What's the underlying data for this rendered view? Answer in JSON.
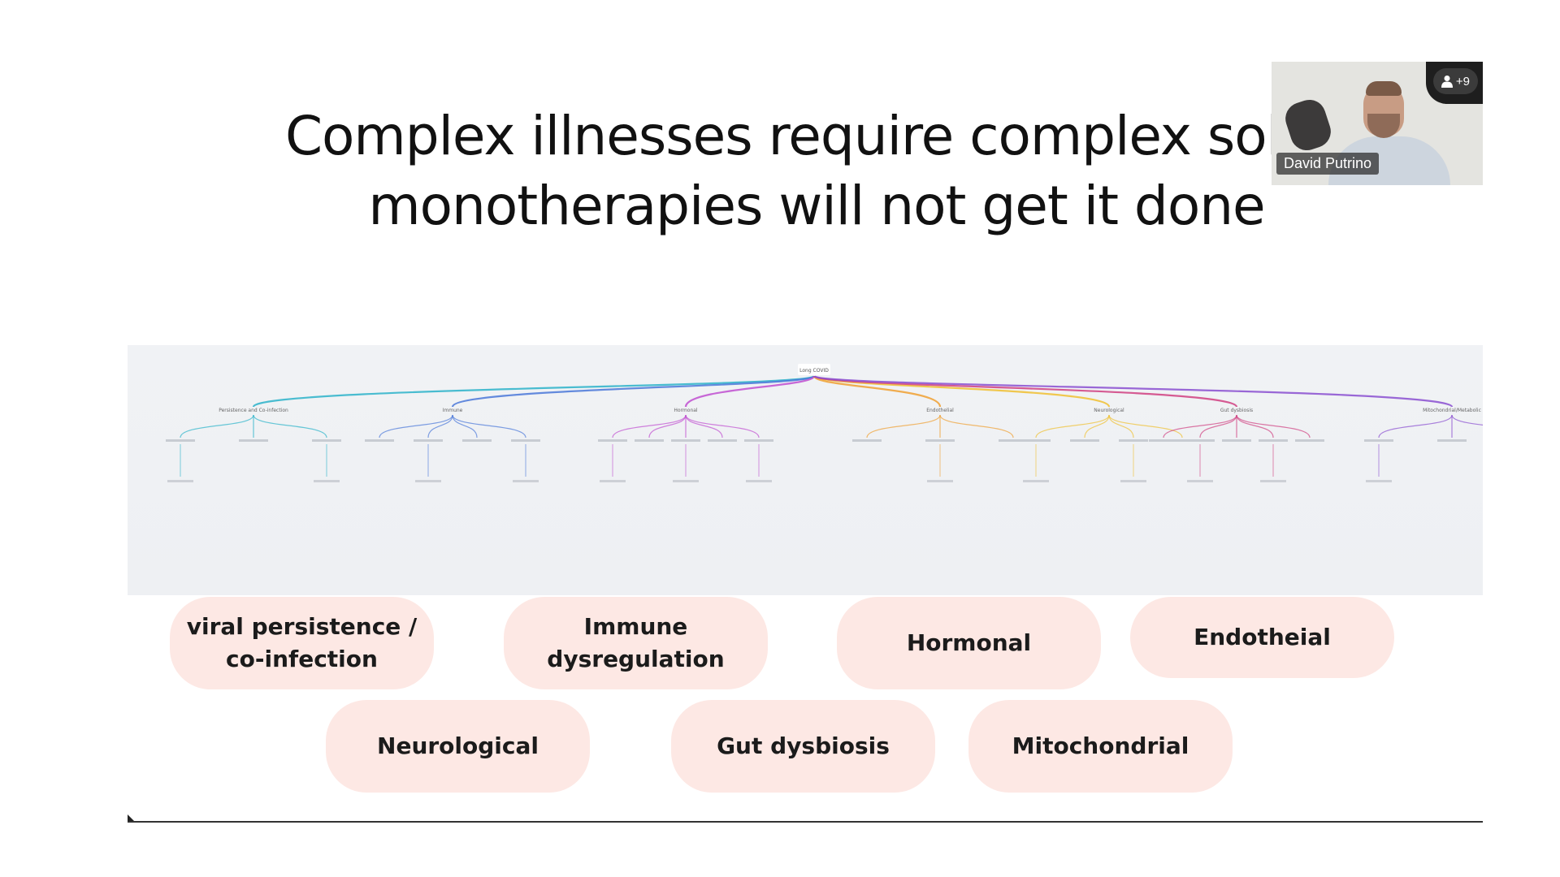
{
  "slide": {
    "title_line1": "Complex illnesses require complex soluti",
    "title_line2": "monotherapies will not get it done",
    "tree_root": "Long COVID",
    "tree_branches": [
      "Persistence and Co-infection",
      "Immune",
      "Hormonal",
      "Endothelial",
      "Neurological",
      "Gut dysbiosis",
      "Mitochondrial/Metabolic"
    ],
    "categories": {
      "viral_line1": "viral persistence /",
      "viral_line2": "co-infection",
      "immune_line1": "Immune",
      "immune_line2": "dysregulation",
      "hormonal": "Hormonal",
      "endothelial": "Endotheial",
      "neurological": "Neurological",
      "gut": "Gut dysbiosis",
      "mitochondrial": "Mitochondrial"
    }
  },
  "video": {
    "participant_name": "David Putrino",
    "participant_count": "+9",
    "icon": "person-icon"
  },
  "colors": {
    "pill_bg": "#fde8e4",
    "branch_colors": [
      "#2bb3c9",
      "#4a78d8",
      "#c04fd0",
      "#f0a030",
      "#f0c030",
      "#d04080",
      "#8a4fd0"
    ]
  }
}
